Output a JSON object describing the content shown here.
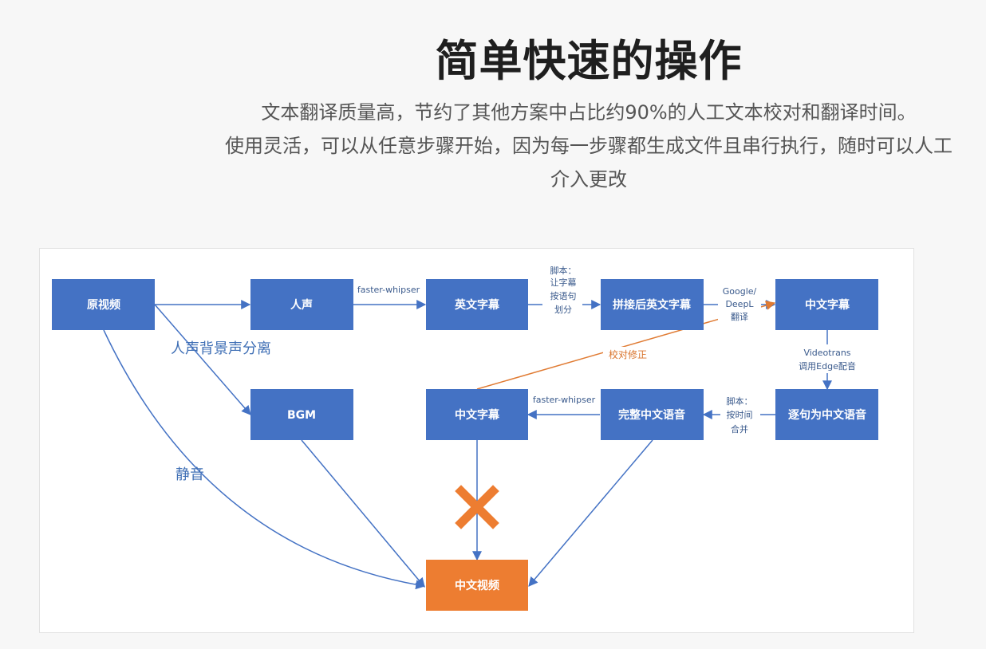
{
  "heading": {
    "title": "简单快速的操作",
    "line1": "文本翻译质量高，节约了其他方案中占比约90%的人工文本校对和翻译时间。",
    "line2": "使用灵活，可以从任意步骤开始，因为每一步骤都生成文件且串行执行，随时可以人工",
    "line3": "介入更改"
  },
  "colors": {
    "node_blue": "#4472c4",
    "node_orange": "#ed7d31",
    "arrow_blue": "#4472c4",
    "arrow_orange": "#e07b33",
    "cross_orange": "#ed7d31"
  },
  "diagram": {
    "nodes": {
      "source_video": "原视频",
      "vocals": "人声",
      "english_subs": "英文字幕",
      "merged_english_subs": "拼接后英文字幕",
      "chinese_subs_top": "中文字幕",
      "bgm": "BGM",
      "chinese_subs_bottom": "中文字幕",
      "full_chinese_audio": "完整中文语音",
      "per_sentence_audio": "逐句为中文语音",
      "chinese_video": "中文视频"
    },
    "edge_labels": {
      "whisper_1": "faster-whipser",
      "script_split": [
        "脚本：",
        "让字幕",
        "按语句",
        "划分"
      ],
      "translate": [
        "Google/",
        "DeepL",
        "翻译"
      ],
      "tts": [
        "Videotrans",
        "调用Edge配音"
      ],
      "script_merge": [
        "脚本：",
        "按时间",
        "合并"
      ],
      "whisper_2": "faster-whipser",
      "proofread": "校对修正",
      "separate": "人声背景声分离",
      "mute": "静音"
    },
    "icons": {
      "blocked": "cross-icon"
    }
  }
}
